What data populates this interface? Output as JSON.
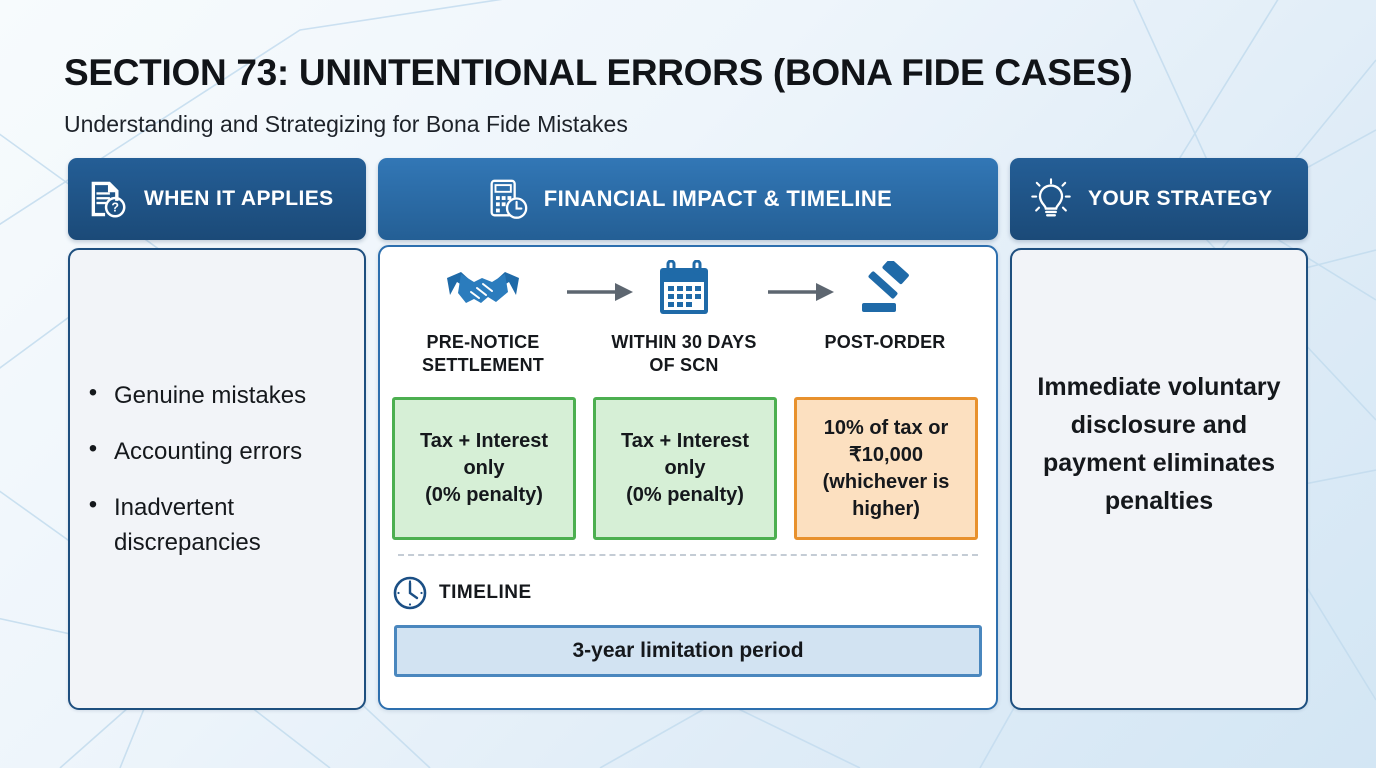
{
  "slide": {
    "title": "SECTION 73: UNINTENTIONAL ERRORS (BONA FIDE CASES)",
    "subtitle": "Understanding and Strategizing for Bona Fide Mistakes"
  },
  "colors": {
    "header_navy": "#1b4a78",
    "header_blue": "#2d6fae",
    "card_border": "#1e4f7f",
    "card_fill_side": "#f2f4f8",
    "green_border": "#4caf50",
    "green_fill": "#d6efd6",
    "orange_border": "#e8912d",
    "orange_fill": "#fce0c0",
    "timeline_border": "#4a87be",
    "timeline_fill": "#d2e3f2",
    "icon_blue": "#1f6aa8",
    "arrow_grey": "#5d6670",
    "background": "#dfecf7"
  },
  "columns": {
    "left": {
      "header": {
        "label": "WHEN IT APPLIES",
        "icon": "document-question-icon"
      },
      "bullets": [
        "Genuine mistakes",
        "Accounting errors",
        "Inadvertent discrepancies"
      ],
      "bullet_marker": "•"
    },
    "center": {
      "header": {
        "label": "FINANCIAL IMPACT & TIMELINE",
        "icon": "calculator-clock-icon"
      },
      "stages": [
        {
          "label": "PRE-NOTICE SETTLEMENT",
          "icon": "handshake-icon"
        },
        {
          "label": "WITHIN 30 DAYS OF SCN",
          "icon": "calendar-icon"
        },
        {
          "label": "POST-ORDER",
          "icon": "gavel-icon"
        }
      ],
      "connectors": [
        {
          "icon": "arrow-right-icon"
        },
        {
          "icon": "arrow-right-icon"
        }
      ],
      "outcomes": [
        {
          "text": "Tax + Interest only\n(0% penalty)",
          "tone": "green"
        },
        {
          "text": "Tax + Interest only\n(0% penalty)",
          "tone": "green"
        },
        {
          "text": "10% of tax or ₹10,000 (whichever is higher)",
          "tone": "orange"
        }
      ],
      "timeline": {
        "icon": "clock-icon",
        "title": "TIMELINE",
        "bar_label": "3-year limitation period"
      }
    },
    "right": {
      "header": {
        "label": "YOUR STRATEGY",
        "icon": "lightbulb-icon"
      },
      "text": "Immediate voluntary disclosure and payment eliminates penalties"
    }
  }
}
